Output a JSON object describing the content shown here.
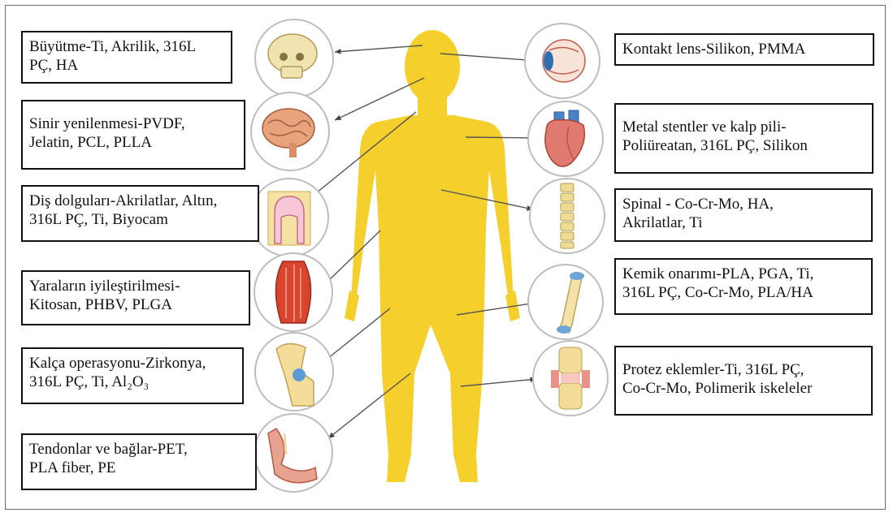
{
  "labels_left": [
    {
      "id": "skull",
      "lines": [
        "Büyütme-Ti, Akrilik, 316L",
        "PÇ, HA"
      ]
    },
    {
      "id": "brain",
      "lines": [
        "Sinir yenilenmesi-PVDF,",
        "Jelatin, PCL, PLLA"
      ]
    },
    {
      "id": "tooth",
      "lines": [
        "Diş dolguları-Akrilatlar, Altın,",
        "316L PÇ, Ti, Biyocam"
      ]
    },
    {
      "id": "muscle",
      "lines": [
        "Yaraların iyileştirilmesi-",
        "Kitosan, PHBV, PLGA"
      ]
    },
    {
      "id": "hip",
      "lines": [
        "Kalça operasyonu-Zirkonya,",
        "316L PÇ, Ti, Al₂O₃"
      ]
    },
    {
      "id": "tendon",
      "lines": [
        "Tendonlar ve bağlar-PET,",
        "PLA fiber, PE"
      ]
    }
  ],
  "labels_right": [
    {
      "id": "eye",
      "lines": [
        "Kontakt lens-Silikon, PMMA"
      ]
    },
    {
      "id": "heart",
      "lines": [
        "Metal stentler ve kalp pili-",
        "Poliüreatan, 316L PÇ, Silikon"
      ]
    },
    {
      "id": "spine",
      "lines": [
        "Spinal - Co-Cr-Mo, HA,",
        "Akrilatlar, Ti"
      ]
    },
    {
      "id": "bone",
      "lines": [
        "Kemik onarımı-PLA, PGA, Ti,",
        "316L PÇ, Co-Cr-Mo, PLA/HA"
      ]
    },
    {
      "id": "knee",
      "lines": [
        "Protez eklemler-Ti, 316L PÇ,",
        "Co-Cr-Mo, Polimerik iskeleler"
      ]
    }
  ],
  "colors": {
    "body": "#f5cf2c",
    "border": "#111111",
    "circle_border": "#bdbdbd",
    "arrow": "#555555"
  }
}
